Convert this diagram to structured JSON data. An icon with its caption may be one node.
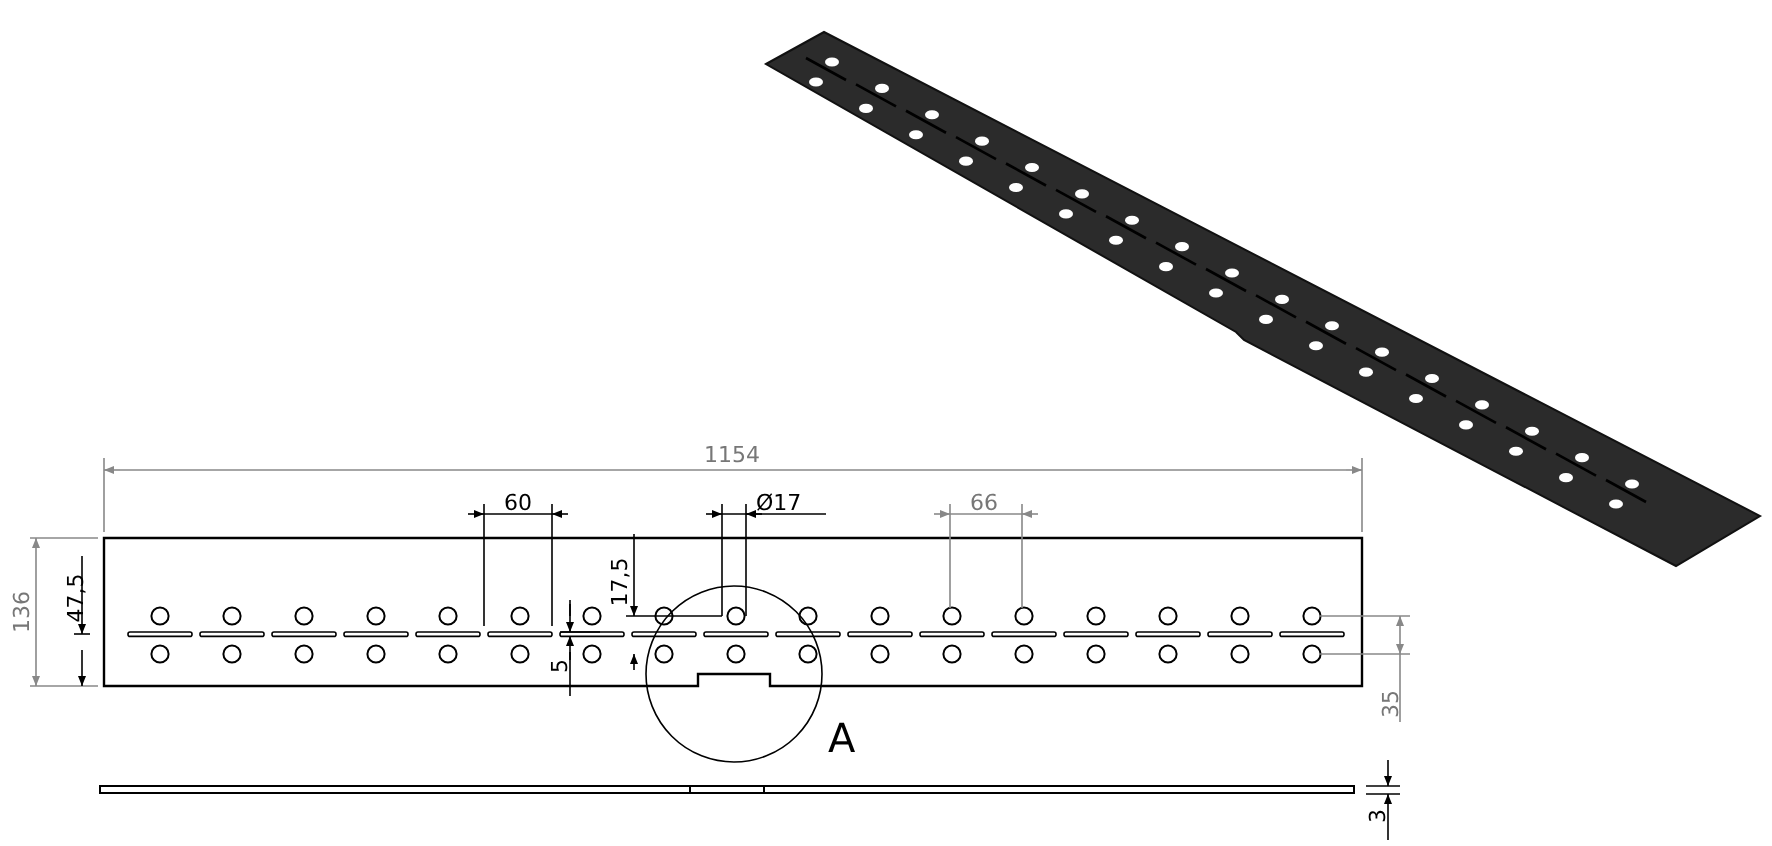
{
  "diagram": {
    "nodes": [
      {
        "text": [],
        "shape": "circle",
        "beside": [
          "A"
        ]
      }
    ],
    "labels": [
      "1154",
      "60",
      "Ø17",
      "66",
      "136",
      "47,5",
      "17,5",
      "5",
      "35",
      "3"
    ]
  }
}
